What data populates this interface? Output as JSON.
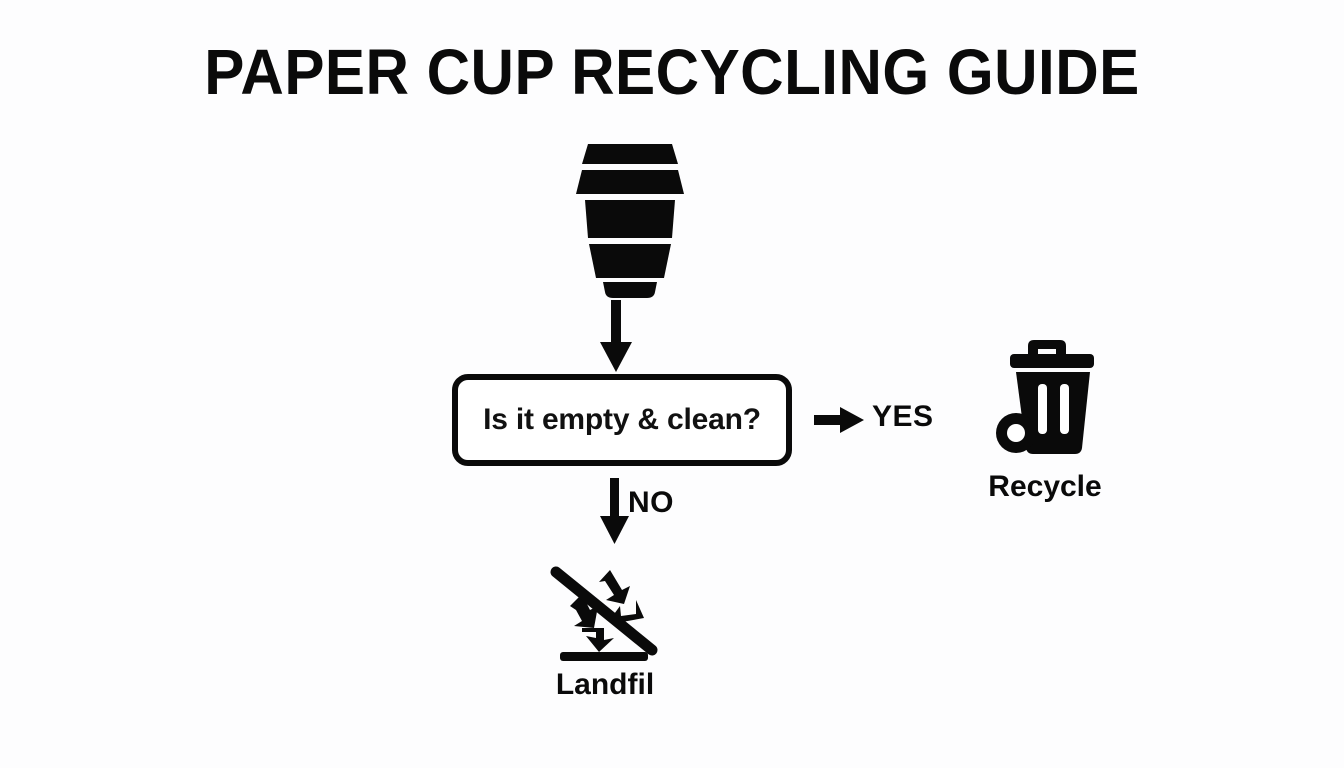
{
  "page": {
    "title": "PAPER CUP RECYCLING GUIDE",
    "background_color": "#fdfdfe",
    "ink_color": "#0a0a0a"
  },
  "flowchart": {
    "start": {
      "icon": "coffee-cup-icon",
      "label": ""
    },
    "connector_start_to_decision": {
      "icon": "arrow-down-icon",
      "label": ""
    },
    "decision": {
      "text": "Is it empty & clean?"
    },
    "branches": [
      {
        "answer": "YES",
        "arrow": "arrow-right-icon",
        "outcome_icon": "wheelie-bin-icon",
        "outcome_label": "Recycle"
      },
      {
        "answer": "NO",
        "arrow": "arrow-down-icon",
        "outcome_icon": "no-recycling-icon",
        "outcome_label": "Landfil"
      }
    ]
  }
}
